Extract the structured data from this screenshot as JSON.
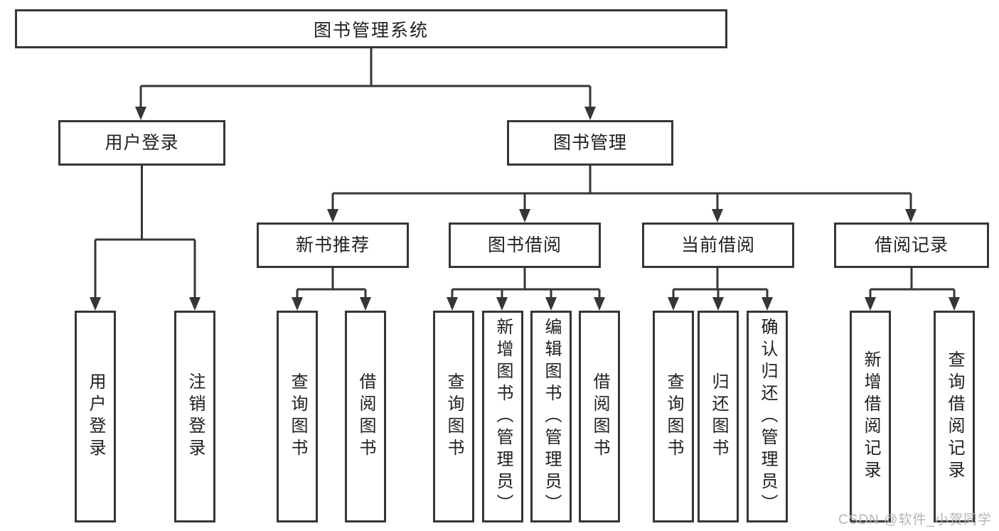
{
  "diagram": {
    "title": "图书管理系统",
    "tree": {
      "label": "图书管理系统",
      "children": [
        {
          "label": "用户登录",
          "children": [
            {
              "label": "用户登录"
            },
            {
              "label": "注销登录"
            }
          ]
        },
        {
          "label": "图书管理",
          "children": [
            {
              "label": "新书推荐",
              "children": [
                {
                  "label": "查询图书"
                },
                {
                  "label": "借阅图书"
                }
              ]
            },
            {
              "label": "图书借阅",
              "children": [
                {
                  "label": "查询图书"
                },
                {
                  "label": "新增图书（管理员）"
                },
                {
                  "label": "编辑图书（管理员）"
                },
                {
                  "label": "借阅图书"
                }
              ]
            },
            {
              "label": "当前借阅",
              "children": [
                {
                  "label": "查询图书"
                },
                {
                  "label": "归还图书"
                },
                {
                  "label": "确认归还（管理员）"
                }
              ]
            },
            {
              "label": "借阅记录",
              "children": [
                {
                  "label": "新增借阅记录"
                },
                {
                  "label": "查询借阅记录"
                }
              ]
            }
          ]
        }
      ]
    },
    "watermark": "CSDN @软件_小贺同学",
    "colors": {
      "line": "#363636",
      "text": "#1f1f1f",
      "background": "#ffffff",
      "watermark": "#b5b5b5"
    }
  }
}
